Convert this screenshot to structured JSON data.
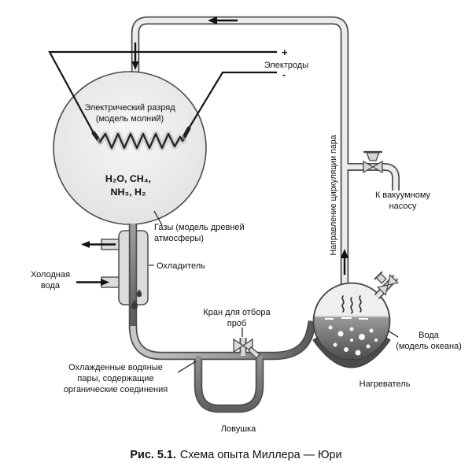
{
  "figure": {
    "caption": {
      "prefix": "Рис. 5.1.",
      "title": "Схема опыта Миллера — Юри"
    }
  },
  "labels": {
    "electrodes": "Электроды",
    "plus": "+",
    "minus": "-",
    "discharge1": "Электрический разряд",
    "discharge2": "(модель молний)",
    "gases_formula1": "H₂O, CH₄,",
    "gases_formula2": "NH₃, H₂",
    "gases_label1": "Газы (модель древней",
    "gases_label2": "атмосферы)",
    "cold_water1": "Холодная",
    "cold_water2": "вода",
    "cooler": "Охладитель",
    "circulation": "Направление циркуляции пара",
    "vacuum1": "К вакуумному",
    "vacuum2": "насосу",
    "tap1": "Кран для отбора",
    "tap2": "проб",
    "cooled1": "Охлажденные водяные",
    "cooled2": "пары, содержащие",
    "cooled3": "органические соединения",
    "trap": "Ловушка",
    "water1": "Вода",
    "water2": "(модель океана)",
    "heater": "Нагреватель"
  },
  "colors": {
    "background": "#ffffff",
    "ink": "#111111",
    "tube_border": "#4d4d4d",
    "tube_fill": "#ececec",
    "liquid_dark": "#575757",
    "glass_fill": "#ececec",
    "heater_fill": "#4b4b4b"
  }
}
